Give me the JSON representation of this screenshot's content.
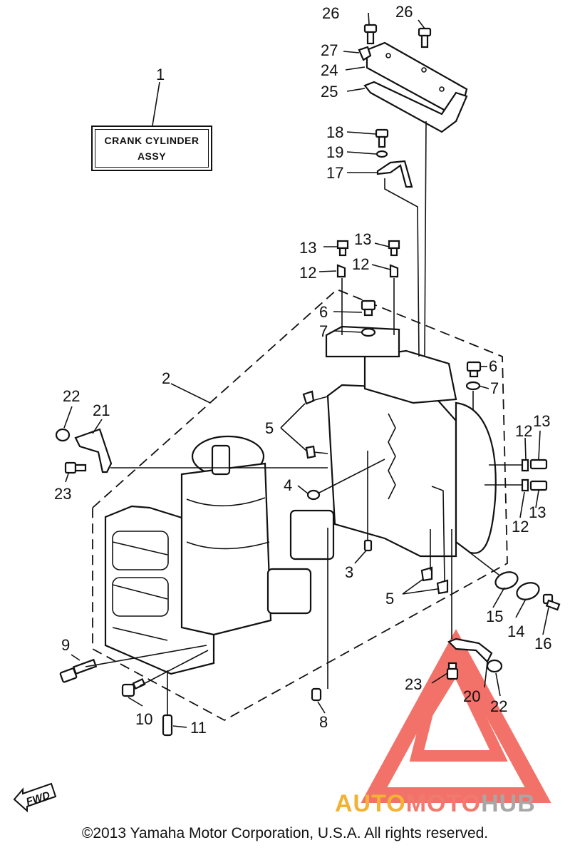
{
  "assembly_box": {
    "line1": "CRANK CYLINDER",
    "line2": "ASSY"
  },
  "callouts": {
    "c1": "1",
    "c2": "2",
    "c3": "3",
    "c4": "4",
    "c5a": "5",
    "c5b": "5",
    "c6a": "6",
    "c6b": "6",
    "c7a": "7",
    "c7b": "7",
    "c8": "8",
    "c9": "9",
    "c10": "10",
    "c11": "11",
    "c12a": "12",
    "c12b": "12",
    "c12c": "12",
    "c12d": "12",
    "c13a": "13",
    "c13b": "13",
    "c13c": "13",
    "c13d": "13",
    "c14": "14",
    "c15": "15",
    "c16": "16",
    "c17": "17",
    "c18": "18",
    "c19": "19",
    "c20": "20",
    "c21": "21",
    "c22a": "22",
    "c22b": "22",
    "c23a": "23",
    "c23b": "23",
    "c24": "24",
    "c25": "25",
    "c26a": "26",
    "c26b": "26",
    "c27": "27"
  },
  "fwd_label": "FWD",
  "watermark": {
    "part1": "AUTO",
    "part2": "MOTO",
    "part3": "HUB"
  },
  "copyright": "©2013 Yamaha Motor Corporation, U.S.A. All rights reserved.",
  "colors": {
    "line": "#111111",
    "watermark_triangle": "#f05a4f",
    "watermark_auto": "#f2b233",
    "watermark_moto": "#f07a6d",
    "watermark_hub": "#a7a7a7"
  }
}
